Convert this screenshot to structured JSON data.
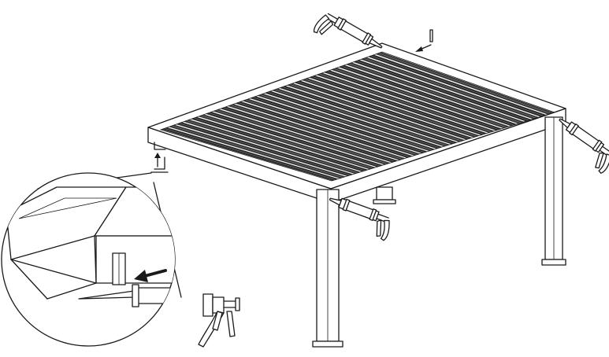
{
  "figure": {
    "subject": "pergola-with-louvered-roof",
    "accent_color": "#1a1a1a",
    "background_color": "#ffffff",
    "icons": [
      "caulking-gun-icon",
      "arrow-icon",
      "magnifier-detail-icon"
    ],
    "sealant_points": 4,
    "louver_count": 30
  }
}
